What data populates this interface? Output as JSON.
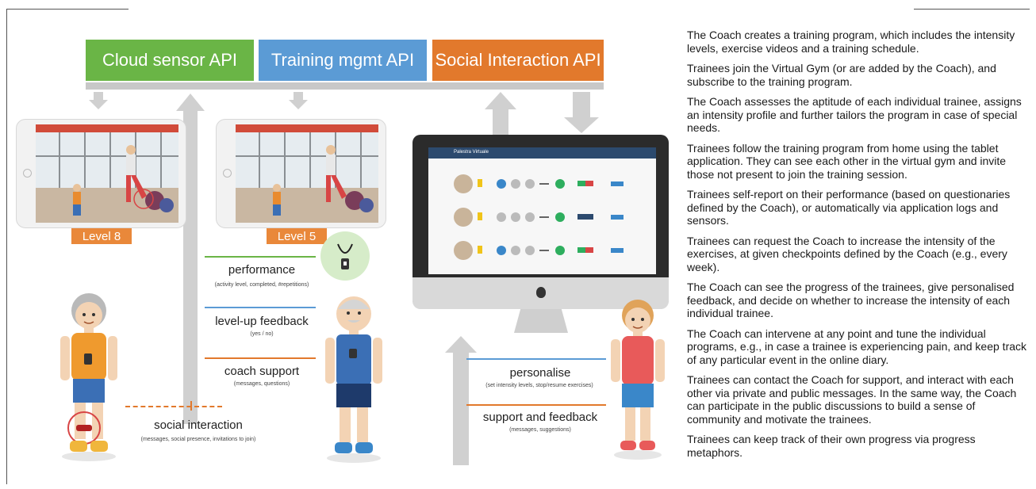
{
  "apis": [
    {
      "label": "Cloud sensor API",
      "color": "#6ab546"
    },
    {
      "label": "Training mgmt API",
      "color": "#5b9bd5"
    },
    {
      "label": "Social Interaction API",
      "color": "#e2792c"
    }
  ],
  "levels": [
    "Level 8",
    "Level 5"
  ],
  "channels": {
    "performance": {
      "title": "performance",
      "sub": "(activity level, completed, #repetitions)"
    },
    "level_up": {
      "title": "level-up feedback",
      "sub": "(yes / no)"
    },
    "coach_support": {
      "title": "coach support",
      "sub": "(messages, questions)"
    },
    "social": {
      "title": "social interaction",
      "sub": "(messages, social presence, invitations to join)"
    },
    "personalise": {
      "title": "personalise",
      "sub": "(set intensity levels, stop/resume exercises)"
    },
    "support_feedback": {
      "title": "support and feedback",
      "sub": "(messages, suggestions)"
    }
  },
  "app": {
    "name": "Palestra Virtuale"
  },
  "colors": {
    "green": "#6ab546",
    "blue": "#5b9bd5",
    "orange": "#e2792c",
    "gray_arrow": "#cfcfcf",
    "bar": "#c8c8c8"
  },
  "steps": [
    "The Coach creates a training program, which includes the intensity levels, exercise videos and a training schedule.",
    "Trainees join the Virtual Gym (or are added by the Coach), and subscribe to the training program.",
    "The Coach assesses the aptitude of each individual trainee, assigns an intensity profile and further tailors the program in case of special needs.",
    "Trainees follow the training program from home using the tablet application. They can see each other in the virtual gym and invite those not present to join the training session.",
    "Trainees self-report on their performance (based on questionaries defined by the Coach), or automatically via application logs and sensors.",
    "Trainees can request the Coach to increase the intensity of the exercises, at given checkpoints defined by the Coach (e.g., every week).",
    "The Coach can see the progress of the trainees, give personalised feedback, and decide on whether to increase the intensity of each individual trainee.",
    "The Coach can intervene at any point and tune the individual programs, e.g., in case a trainee is experiencing pain, and keep track of any particular event in the online diary.",
    "Trainees can contact the Coach for support, and interact with each other via private and public messages. In the same way, the Coach can participate in the public discussions to build a sense of community and motivate the trainees.",
    "Trainees can keep track of their own progress via progress metaphors."
  ]
}
